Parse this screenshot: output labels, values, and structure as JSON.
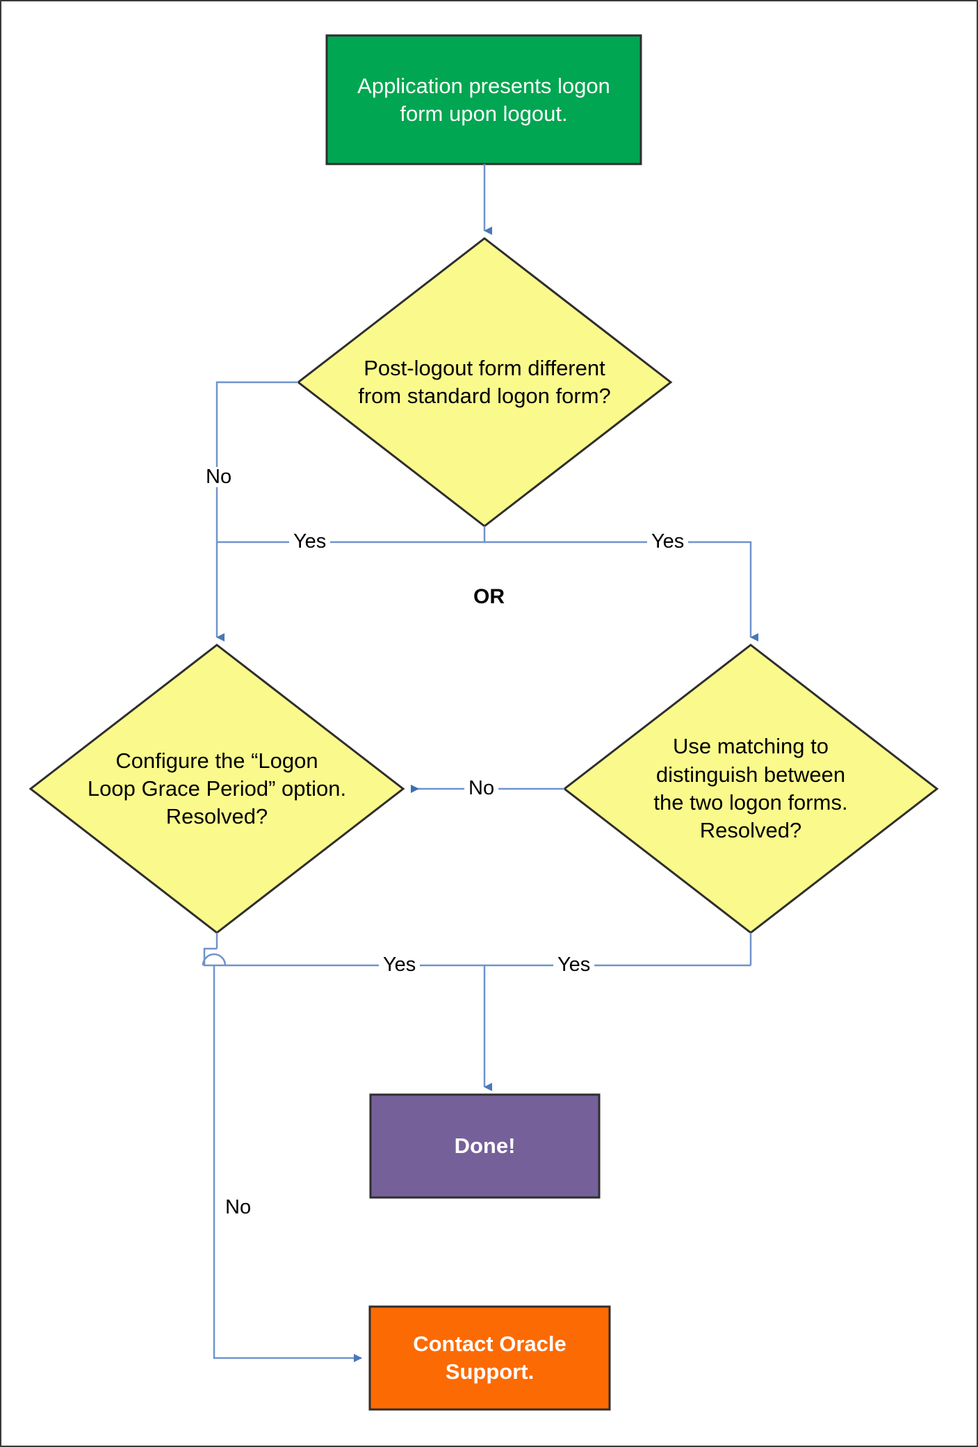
{
  "diagram": {
    "title": "Logon loop troubleshooting flowchart",
    "colors": {
      "start_fill": "#00a651",
      "decision_fill": "#fafa8c",
      "done_fill": "#76609a",
      "support_fill": "#fc6a03",
      "connector": "#6f93cd",
      "shape_stroke": "#2e2e2e",
      "text_light": "#ffffff",
      "text_dark": "#000000",
      "page_border": "#3a3a3a"
    },
    "nodes": [
      {
        "id": "start",
        "type": "process",
        "label": "Application presents logon\nform upon logout."
      },
      {
        "id": "decision-post-logout-form",
        "type": "decision",
        "label": "Post-logout form different\nfrom standard logon form?"
      },
      {
        "id": "decision-grace-period",
        "type": "decision",
        "label": "Configure the “Logon\nLoop Grace Period” option.\nResolved?"
      },
      {
        "id": "decision-matching",
        "type": "decision",
        "label": "Use matching to\ndistinguish between\nthe two logon forms.\nResolved?"
      },
      {
        "id": "done",
        "type": "terminator",
        "label": "Done!"
      },
      {
        "id": "contact-support",
        "type": "terminator",
        "label": "Contact Oracle\nSupport."
      }
    ],
    "edge_labels": {
      "no_from_post_logout": "No",
      "yes_left": "Yes",
      "yes_right": "Yes",
      "or_connector": "OR",
      "no_matching_to_grace": "No",
      "yes_grace_bottom": "Yes",
      "yes_matching_bottom": "Yes",
      "no_grace_to_support": "No"
    }
  }
}
